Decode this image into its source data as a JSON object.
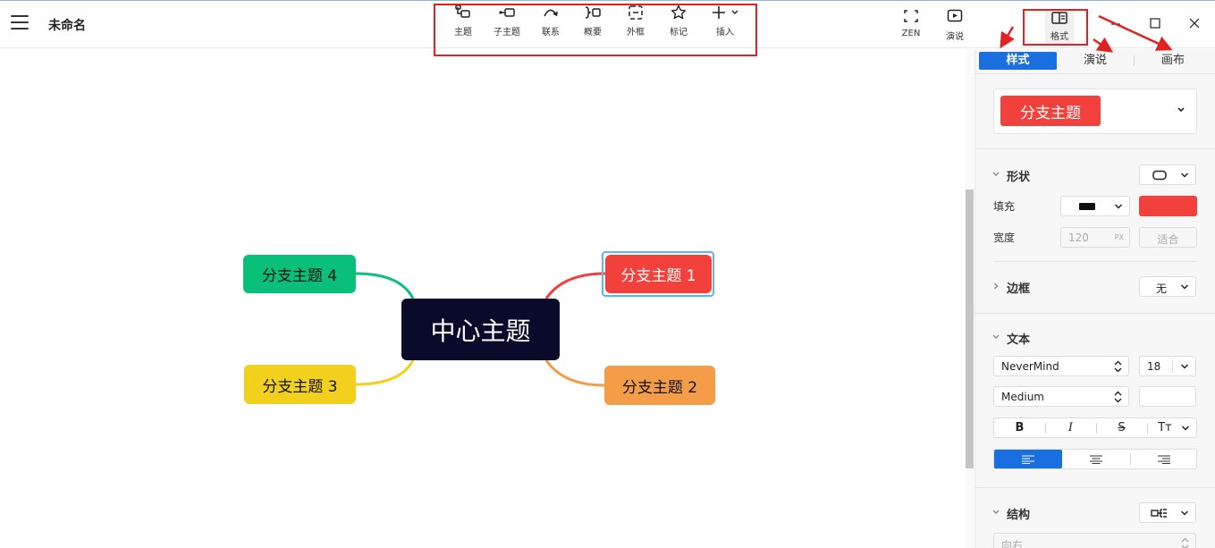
{
  "app": {
    "title": "未命名"
  },
  "toolbar": {
    "items": [
      {
        "label": "主题",
        "icon": "topic-icon"
      },
      {
        "label": "子主题",
        "icon": "subtopic-icon"
      },
      {
        "label": "联系",
        "icon": "relationship-icon"
      },
      {
        "label": "概要",
        "icon": "summary-icon"
      },
      {
        "label": "外框",
        "icon": "boundary-icon"
      },
      {
        "label": "标记",
        "icon": "star-icon"
      },
      {
        "label": "插入",
        "icon": "plus-icon"
      }
    ],
    "zen_label": "ZEN",
    "present_label": "演说",
    "format_label": "格式"
  },
  "mindmap": {
    "center": "中心主题",
    "branches": [
      {
        "label": "分支主题 1",
        "color": "#f2403c"
      },
      {
        "label": "分支主题 2",
        "color": "#f49d48"
      },
      {
        "label": "分支主题 3",
        "color": "#f2d01e"
      },
      {
        "label": "分支主题 4",
        "color": "#0abf7a"
      }
    ]
  },
  "panel": {
    "tabs": [
      {
        "label": "样式",
        "active": true
      },
      {
        "label": "演说",
        "active": false
      },
      {
        "label": "画布",
        "active": false
      }
    ],
    "style_preview": "分支主题",
    "shape": {
      "title": "形状",
      "fill_label": "填充",
      "fill_color": "#f2403c",
      "width_label": "宽度",
      "width_value": "120",
      "width_unit": "PX",
      "fit_label": "适合"
    },
    "border": {
      "title": "边框",
      "value": "无"
    },
    "text": {
      "title": "文本",
      "font": "NeverMind",
      "size": "18",
      "weight": "Medium",
      "bold": "B",
      "italic": "I",
      "strike": "S",
      "case": "Tт"
    },
    "structure": {
      "title": "结构",
      "direction": "向右"
    }
  },
  "colors": {
    "accent": "#1a6fe0",
    "annotation": "#e02222"
  }
}
